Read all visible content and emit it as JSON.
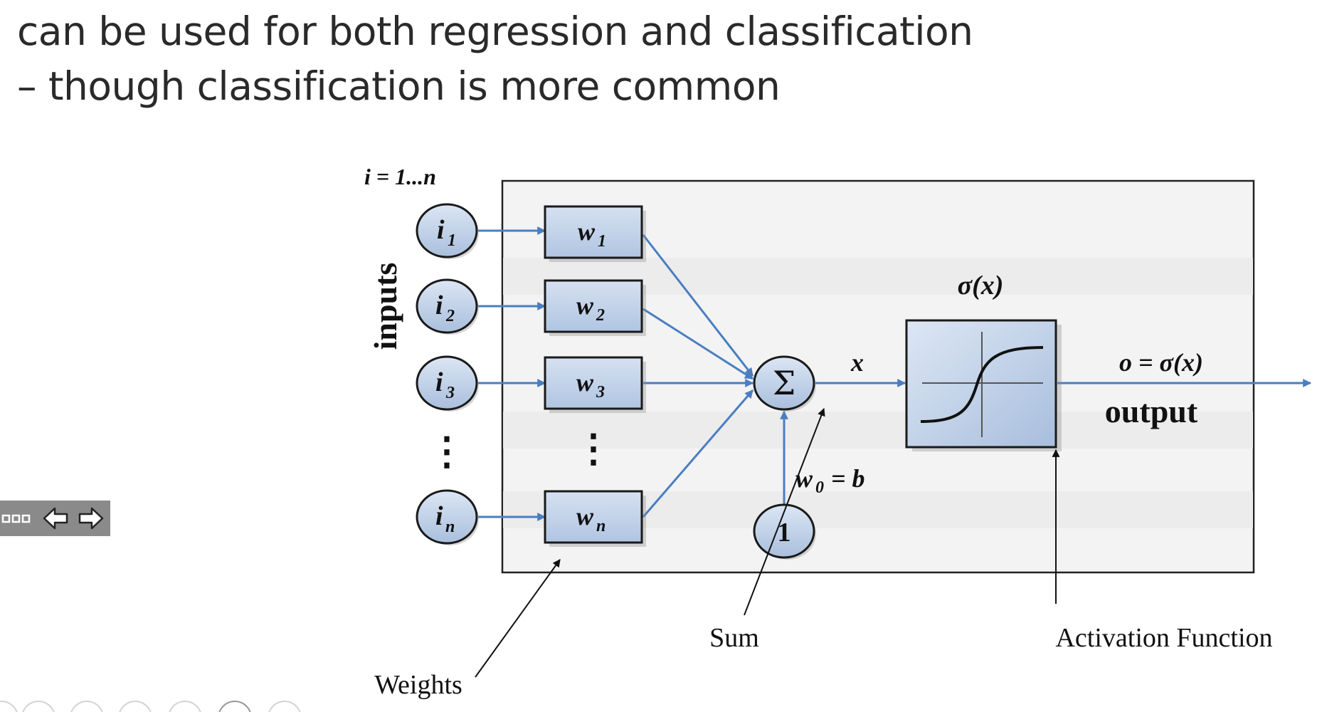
{
  "slide": {
    "text_lines": [
      "can be used for both regression and classification",
      "– though classification is more common"
    ]
  },
  "diagram": {
    "index_range": "i = 1...n",
    "inputs_label": "inputs",
    "inputs": [
      {
        "base": "i",
        "sub": "1"
      },
      {
        "base": "i",
        "sub": "2"
      },
      {
        "base": "i",
        "sub": "3"
      },
      {
        "base": "i",
        "sub": "n"
      }
    ],
    "weights": [
      {
        "base": "w",
        "sub": "1"
      },
      {
        "base": "w",
        "sub": "2"
      },
      {
        "base": "w",
        "sub": "3"
      },
      {
        "base": "w",
        "sub": "n"
      }
    ],
    "ellipsis": "⋮",
    "sum_symbol": "Σ",
    "bias_node": "1",
    "bias_label": {
      "base": "w",
      "sub": "0",
      "rest": "= b"
    },
    "sum_output": "x",
    "activation_label": "σ(x)",
    "output_formula": "o = σ(x)",
    "output_label": "output",
    "callouts": {
      "weights": "Weights",
      "sum": "Sum",
      "activation": "Activation Function"
    }
  },
  "toolbar": {
    "more_icon": "more-icon",
    "prev_icon": "arrow-left-icon",
    "next_icon": "arrow-right-icon"
  },
  "colors": {
    "accent_blue": "#4a7ec0",
    "node_fill": "#c5d4ea",
    "panel_fill": "#f3f3f3",
    "toolbar_bg": "#8a8a8a"
  }
}
